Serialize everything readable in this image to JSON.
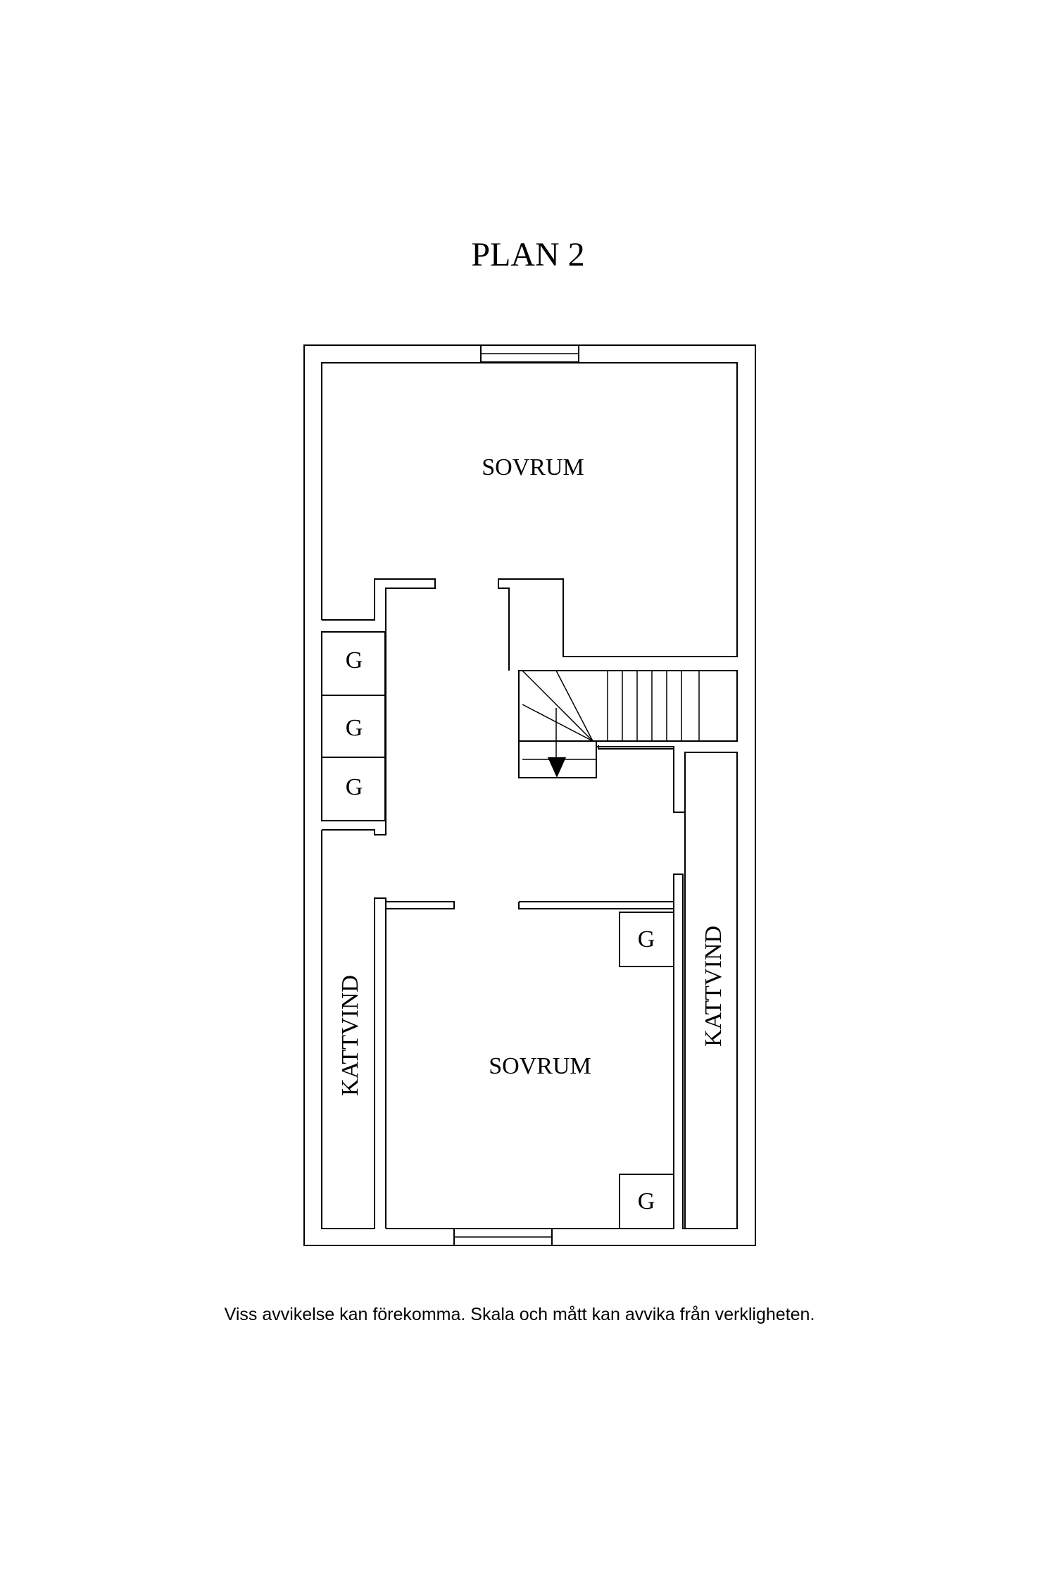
{
  "title": "PLAN 2",
  "rooms": {
    "upper_bedroom": "SOVRUM",
    "lower_bedroom": "SOVRUM",
    "attic_left": "KATTVIND",
    "attic_right": "KATTVIND"
  },
  "closets": {
    "left_1": "G",
    "left_2": "G",
    "left_3": "G",
    "right_top": "G",
    "right_bottom": "G"
  },
  "disclaimer": "Viss avvikelse kan förekomma. Skala och mått kan avvika från verkligheten."
}
